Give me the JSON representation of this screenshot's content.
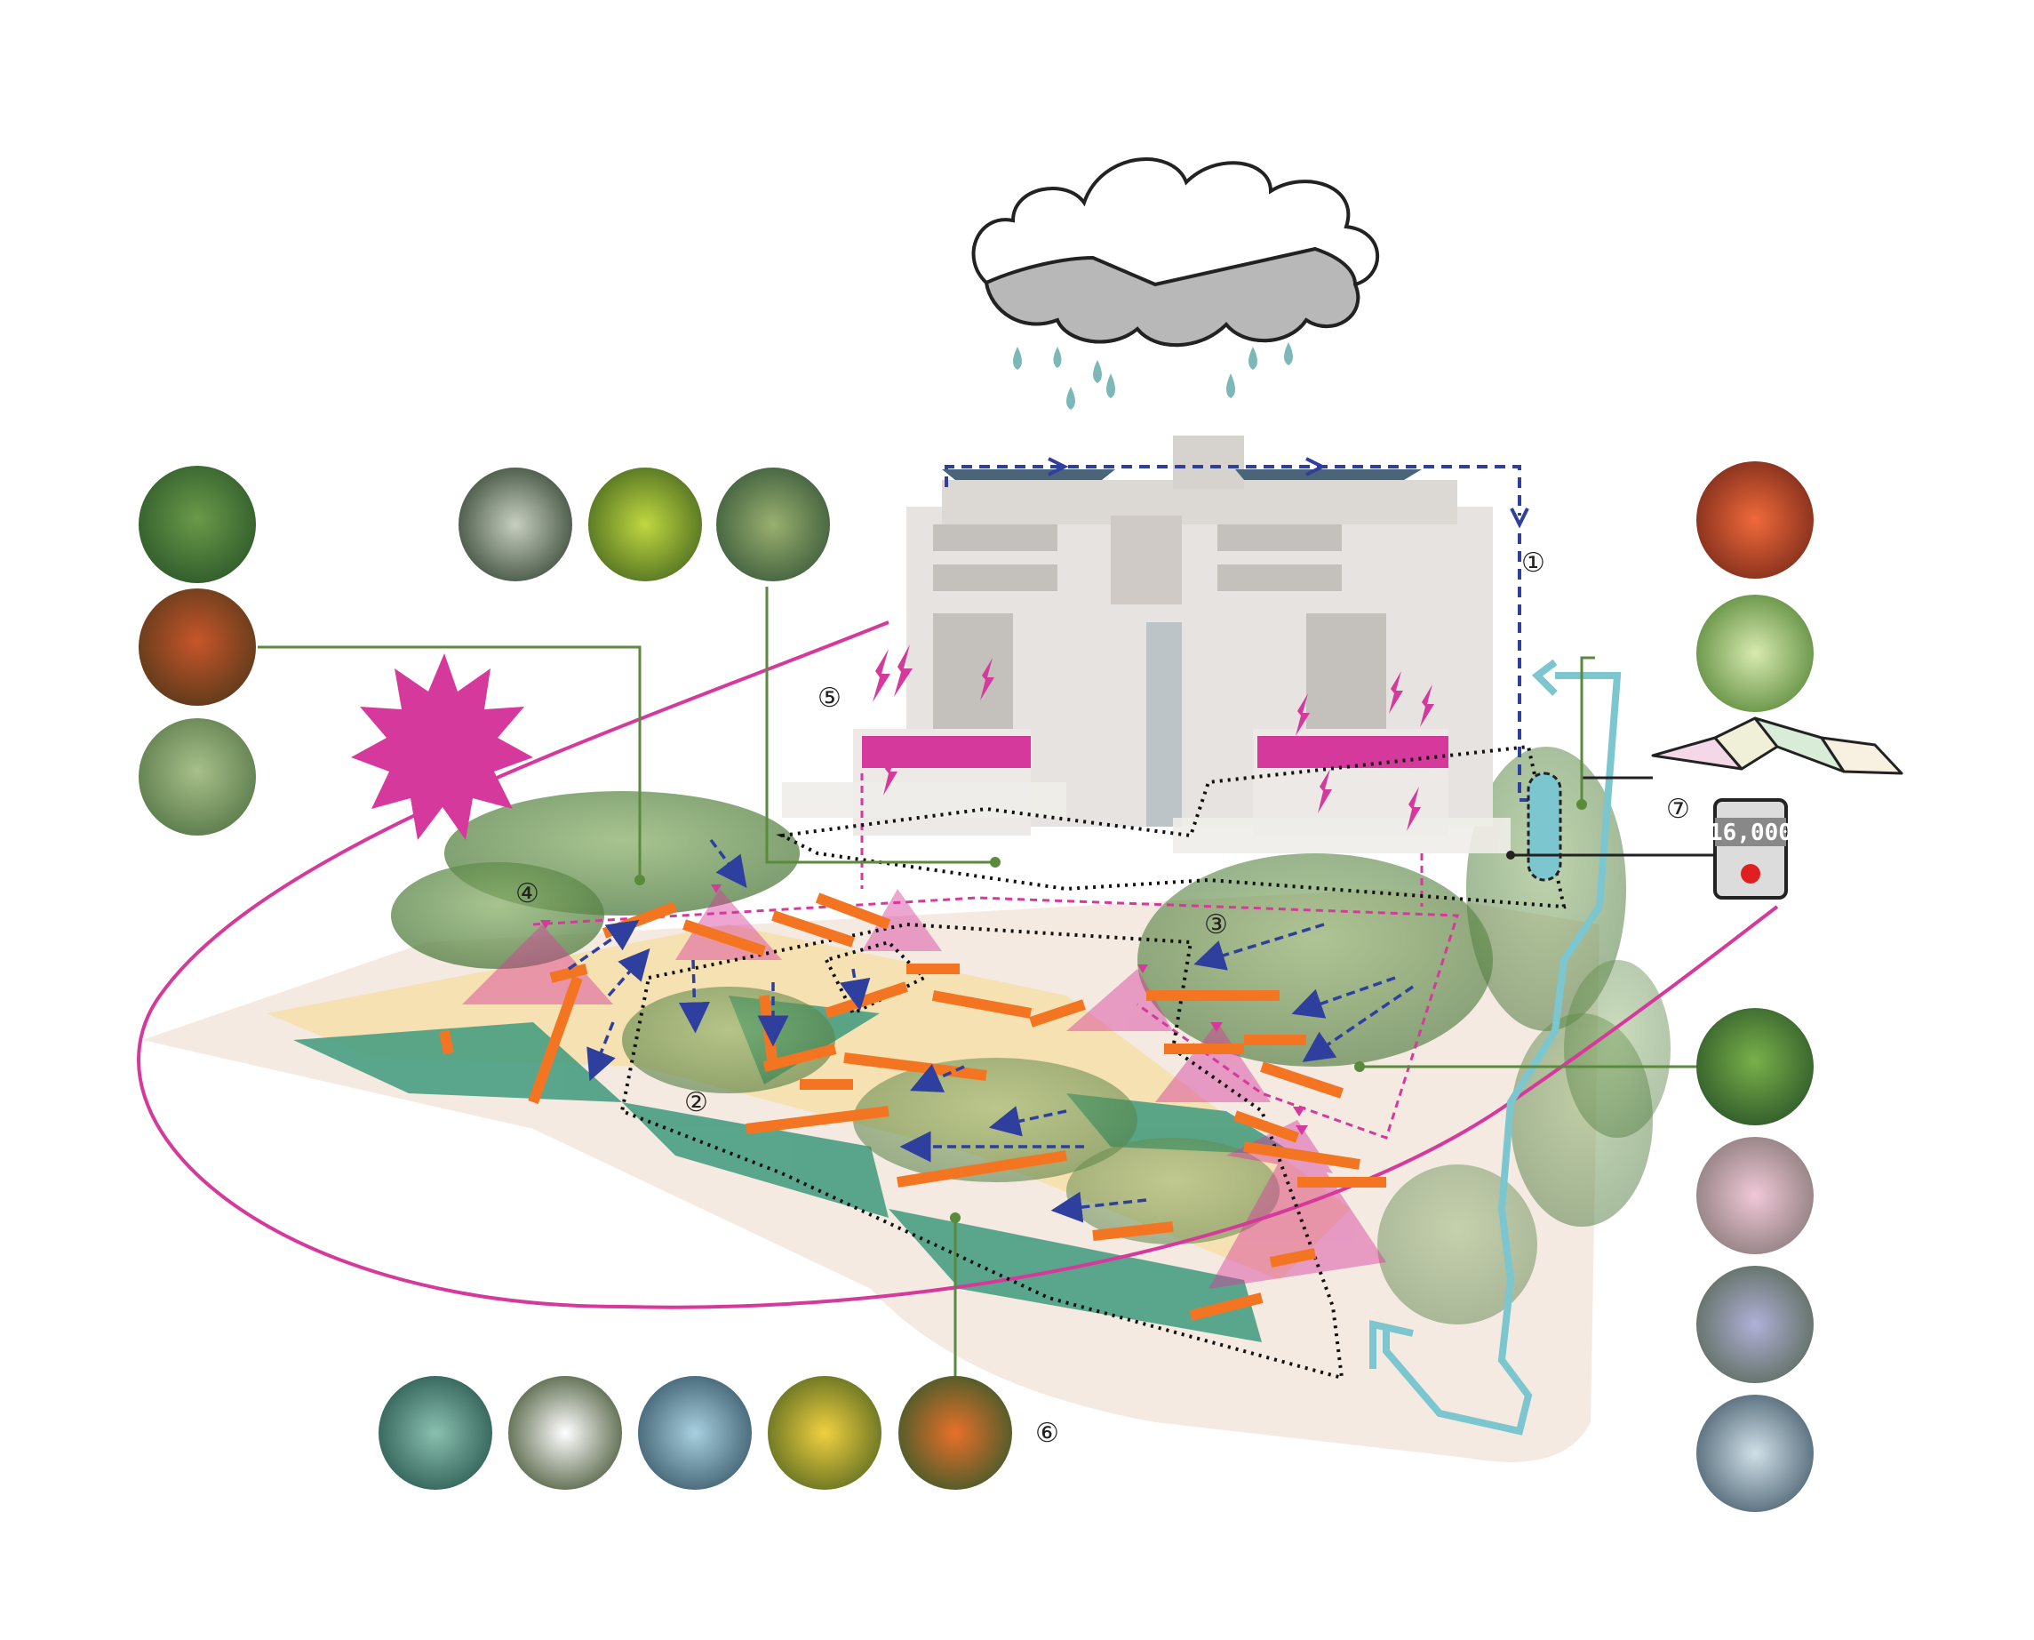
{
  "markers": {
    "m1": "①",
    "m2": "②",
    "m3": "③",
    "m4": "④",
    "m5": "⑤",
    "m6": "⑥",
    "m7": "⑦"
  },
  "counter": {
    "value": "16,000"
  },
  "colors": {
    "magenta": "#d6399c",
    "orange": "#f47521",
    "navy": "#2f3f9e",
    "teal_water": "#7cc6cf",
    "green_line": "#5a8a3c",
    "rain": "#7cb8b8",
    "cloud_shadow": "#b8b8b8",
    "ground": "#f3e6dc",
    "planting": "#3e9a7c"
  },
  "plant_swatches": {
    "left_column": [
      "#4a7a3a",
      "#a8452a",
      "#8aa870"
    ],
    "top_row": [
      "#6a7a6a",
      "#8ab030",
      "#6a8a5a"
    ],
    "right_column": [
      "#d63a2a",
      "#9ac06a",
      "#5a9a3a",
      "#d6a8b8",
      "#8a8ab0",
      "#8aa0b0"
    ],
    "bottom_row": [
      "#4a8a7a",
      "#e8e8d8",
      "#5a8a90",
      "#d8b830",
      "#c86a2a"
    ]
  }
}
